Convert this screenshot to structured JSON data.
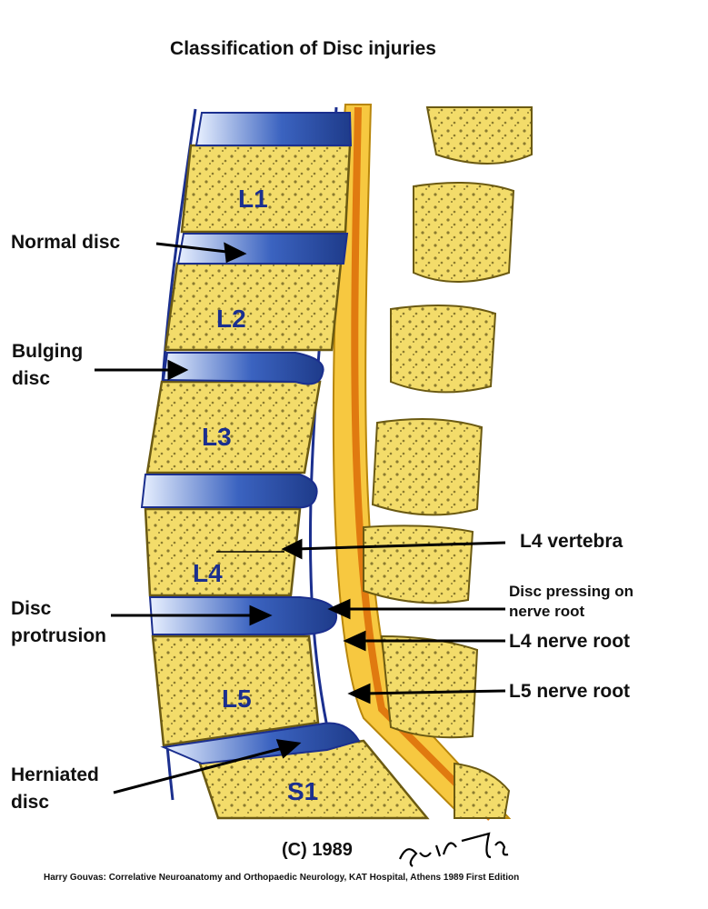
{
  "title": "Classification of Disc injuries",
  "vertebra_labels": [
    "L1",
    "L2",
    "L3",
    "L4",
    "L5",
    "S1"
  ],
  "labels": {
    "normal_disc": "Normal disc",
    "bulging_disc_line1": "Bulging",
    "bulging_disc_line2": "disc",
    "disc_protrusion_line1": "Disc",
    "disc_protrusion_line2": "protrusion",
    "herniated_disc_line1": "Herniated",
    "herniated_disc_line2": "disc",
    "l4_vertebra": "L4 vertebra",
    "disc_pressing_line1": "Disc pressing on",
    "disc_pressing_line2": "nerve root",
    "l4_nerve_root": "L4 nerve root",
    "l5_nerve_root": "L5 nerve root"
  },
  "copyright": "(C) 1989",
  "signature": "Χαρ. Γκούβας",
  "footer": "Harry Gouvas: Correlative Neuroanatomy and Orthopaedic Neurology, KAT Hospital, Athens 1989  First Edition",
  "colors": {
    "bone": "#f3dc6a",
    "bone_outline": "#6b5a12",
    "disc": "#2c4fa3",
    "disc_light": "#cfe0ff",
    "nerve": "#f0a020",
    "cord": "#f7c840",
    "label": "#1b2f8e"
  }
}
